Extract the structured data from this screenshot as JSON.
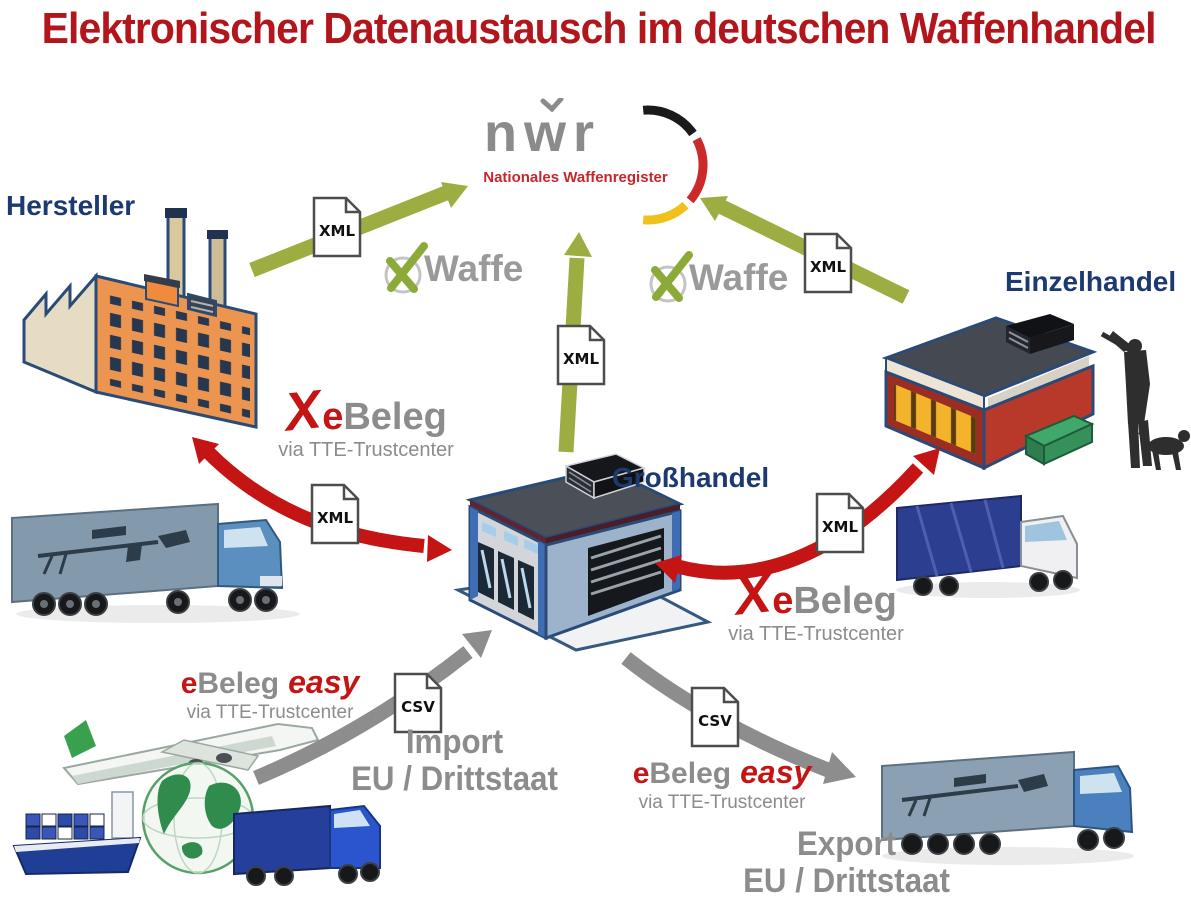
{
  "title": "Elektronischer Datenaustausch im deutschen Waffenhandel",
  "nwr": {
    "wordmark": "nwr",
    "subtitle": "Nationales Waffenregister"
  },
  "nodes": {
    "hersteller": "Hersteller",
    "grosshandel": "Großhandel",
    "einzelhandel": "Einzelhandel"
  },
  "badges": {
    "xml": "XML",
    "csv": "CSV"
  },
  "xwaffe": {
    "x": "X",
    "name": "Waffe"
  },
  "xebeleg": {
    "x": "X",
    "e": "e",
    "beleg": "Beleg",
    "via": "via TTE-Trustcenter"
  },
  "ebeleg": {
    "e": "e",
    "beleg": "Beleg",
    "easy": "easy",
    "via": "via TTE-Trustcenter"
  },
  "flows": {
    "import": {
      "title": "Import",
      "subtitle": "EU / Drittstaat"
    },
    "export": {
      "title": "Export",
      "subtitle": "EU / Drittstaat"
    }
  },
  "colors": {
    "title_red": "#b2151b",
    "navy_label": "#1d3a70",
    "olive_arrow": "#9ead42",
    "red_arrow": "#c41414",
    "gray_arrow": "#8d8d8d",
    "gray_text": "#8c8c8c",
    "nwr_gray": "#8b8b8b",
    "nwr_red": "#c9252c",
    "xwaffe_green": "#8caa38"
  }
}
